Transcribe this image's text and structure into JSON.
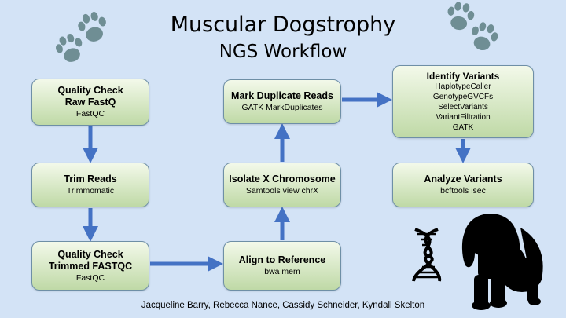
{
  "title": {
    "line1": "Muscular Dogstrophy",
    "line2": "NGS Workflow"
  },
  "boxes": {
    "qc_raw": {
      "heading": [
        "Quality Check",
        "Raw FastQ"
      ],
      "tools": [
        "FastQC"
      ]
    },
    "trim": {
      "heading": [
        "Trim Reads"
      ],
      "tools": [
        "Trimmomatic"
      ]
    },
    "qc_trim": {
      "heading": [
        "Quality Check",
        "Trimmed FASTQC"
      ],
      "tools": [
        "FastQC"
      ]
    },
    "align": {
      "heading": [
        "Align to Reference"
      ],
      "tools": [
        "bwa mem"
      ]
    },
    "isolate": {
      "heading": [
        "Isolate X Chromosome"
      ],
      "tools": [
        "Samtools view chrX"
      ]
    },
    "markdup": {
      "heading": [
        "Mark Duplicate Reads"
      ],
      "tools": [
        "GATK MarkDuplicates"
      ]
    },
    "identify": {
      "heading": [
        "Identify Variants"
      ],
      "tools": [
        "HaplotypeCaller",
        "GenotypeGVCFs",
        "SelectVariants",
        "VariantFiltration",
        "GATK"
      ]
    },
    "analyze": {
      "heading": [
        "Analyze Variants"
      ],
      "tools": [
        "bcftools isec"
      ]
    }
  },
  "footer": "Jacqueline Barry, Rebecca Nance, Cassidy Schneider, Kyndall Skelton",
  "colors": {
    "arrow": "#4472c4",
    "paw": "#6f8e94",
    "dog": "#000000",
    "dna": "#000000"
  },
  "icons": [
    "paw-print-icon",
    "dna-helix-icon",
    "dog-silhouette-icon"
  ]
}
